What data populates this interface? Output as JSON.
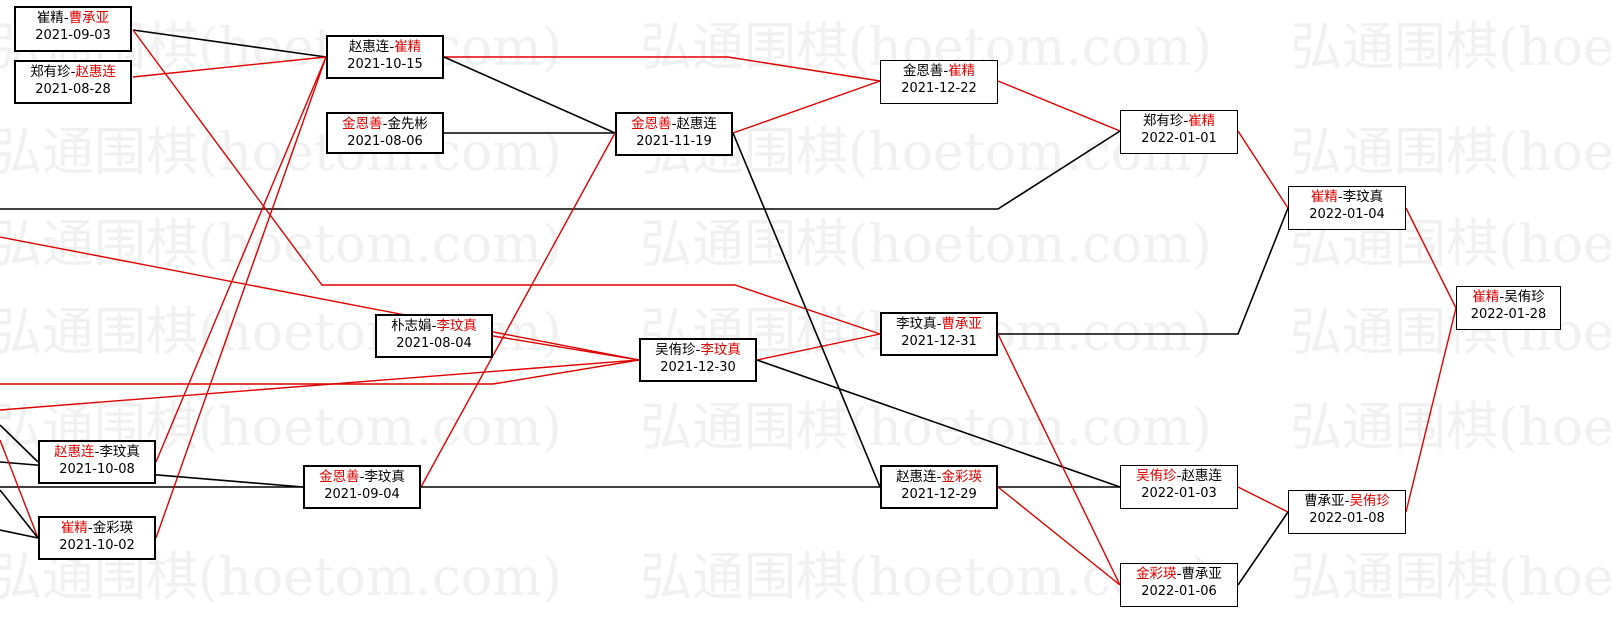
{
  "watermark": "弘通围棋(hoetom.com)",
  "colors": {
    "win_line": "#e00000",
    "loss_line": "#000000",
    "winner_text": "#e00000"
  },
  "nodes": [
    {
      "id": "n1",
      "a": "崔精",
      "b": "曹承亚",
      "winner": "b",
      "date": "2021-09-03"
    },
    {
      "id": "n2",
      "a": "郑有珍",
      "b": "赵惠连",
      "winner": "b",
      "date": "2021-08-28"
    },
    {
      "id": "n3",
      "a": "赵惠连",
      "b": "崔精",
      "winner": "b",
      "date": "2021-10-15"
    },
    {
      "id": "n4",
      "a": "金恩善",
      "b": "金先彬",
      "winner": "a",
      "date": "2021-08-06"
    },
    {
      "id": "n5",
      "a": "金恩善",
      "b": "赵惠连",
      "winner": "a",
      "date": "2021-11-19"
    },
    {
      "id": "n6",
      "a": "金恩善",
      "b": "崔精",
      "winner": "b",
      "date": "2021-12-22"
    },
    {
      "id": "n7",
      "a": "郑有珍",
      "b": "崔精",
      "winner": "b",
      "date": "2022-01-01"
    },
    {
      "id": "n8",
      "a": "崔精",
      "b": "李玟真",
      "winner": "a",
      "date": "2022-01-04"
    },
    {
      "id": "n9",
      "a": "崔精",
      "b": "吴侑珍",
      "winner": "a",
      "date": "2022-01-28"
    },
    {
      "id": "n10",
      "a": "朴志娟",
      "b": "李玟真",
      "winner": "b",
      "date": "2021-08-04"
    },
    {
      "id": "n11",
      "a": "吴侑珍",
      "b": "李玟真",
      "winner": "b",
      "date": "2021-12-30"
    },
    {
      "id": "n12",
      "a": "李玟真",
      "b": "曹承亚",
      "winner": "b",
      "date": "2021-12-31"
    },
    {
      "id": "n13",
      "a": "赵惠连",
      "b": "李玟真",
      "winner": "a",
      "date": "2021-10-08"
    },
    {
      "id": "n14",
      "a": "金恩善",
      "b": "李玟真",
      "winner": "a",
      "date": "2021-09-04"
    },
    {
      "id": "n15",
      "a": "赵惠连",
      "b": "金彩瑛",
      "winner": "b",
      "date": "2021-12-29"
    },
    {
      "id": "n16",
      "a": "吴侑珍",
      "b": "赵惠连",
      "winner": "a",
      "date": "2022-01-03"
    },
    {
      "id": "n17",
      "a": "曹承亚",
      "b": "吴侑珍",
      "winner": "b",
      "date": "2022-01-08"
    },
    {
      "id": "n18",
      "a": "崔精",
      "b": "金彩瑛",
      "winner": "a",
      "date": "2021-10-02"
    },
    {
      "id": "n19",
      "a": "金彩瑛",
      "b": "曹承亚",
      "winner": "a",
      "date": "2022-01-06"
    }
  ]
}
